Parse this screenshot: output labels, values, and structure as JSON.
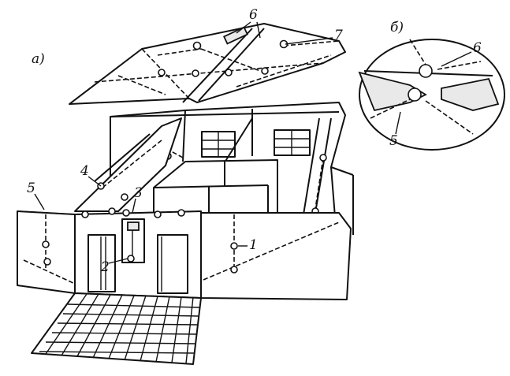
{
  "labels": {
    "fig_a": "а)",
    "fig_b": "б)",
    "part_1": "1",
    "part_2": "2",
    "part_3": "3",
    "part_4": "4",
    "part_5_main": "5",
    "part_6_roof": "6",
    "part_7": "7",
    "part_6_detail": "6",
    "part_5_detail": "5"
  }
}
